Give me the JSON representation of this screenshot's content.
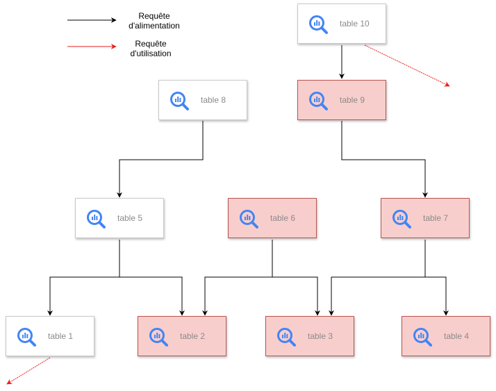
{
  "legend": {
    "feed_label_line1": "Requête",
    "feed_label_line2": "d'alimentation",
    "use_label_line1": "Requête",
    "use_label_line2": "d'utilisation"
  },
  "colors": {
    "feed_arrow": "#000000",
    "use_arrow": "#e81e1e",
    "highlight_fill": "#f8cecc",
    "highlight_border": "#b85450",
    "icon_blue": "#4285f4"
  },
  "nodes": {
    "t10": {
      "label": "table 10",
      "icon": "bigquery-icon",
      "highlighted": false
    },
    "t9": {
      "label": "table 9",
      "icon": "bigquery-icon",
      "highlighted": true
    },
    "t8": {
      "label": "table 8",
      "icon": "bigquery-icon",
      "highlighted": false
    },
    "t7": {
      "label": "table 7",
      "icon": "bigquery-icon",
      "highlighted": true
    },
    "t6": {
      "label": "table 6",
      "icon": "bigquery-icon",
      "highlighted": true
    },
    "t5": {
      "label": "table 5",
      "icon": "bigquery-icon",
      "highlighted": false
    },
    "t4": {
      "label": "table 4",
      "icon": "bigquery-icon",
      "highlighted": true
    },
    "t3": {
      "label": "table 3",
      "icon": "bigquery-icon",
      "highlighted": true
    },
    "t2": {
      "label": "table 2",
      "icon": "bigquery-icon",
      "highlighted": true
    },
    "t1": {
      "label": "table 1",
      "icon": "bigquery-icon",
      "highlighted": false
    }
  },
  "edges": [
    {
      "from": "table 10",
      "to": "table 9",
      "type": "alimentation"
    },
    {
      "from": "table 9",
      "to": "table 7",
      "type": "alimentation"
    },
    {
      "from": "table 8",
      "to": "table 5",
      "type": "alimentation"
    },
    {
      "from": "table 5",
      "to": "table 1",
      "type": "alimentation"
    },
    {
      "from": "table 5",
      "to": "table 2",
      "type": "alimentation"
    },
    {
      "from": "table 6",
      "to": "table 2",
      "type": "alimentation"
    },
    {
      "from": "table 6",
      "to": "table 3",
      "type": "alimentation"
    },
    {
      "from": "table 7",
      "to": "table 3",
      "type": "alimentation"
    },
    {
      "from": "table 7",
      "to": "table 4",
      "type": "alimentation"
    },
    {
      "from": "table 10",
      "to": null,
      "type": "utilisation"
    },
    {
      "from": "table 1",
      "to": null,
      "type": "utilisation"
    }
  ]
}
